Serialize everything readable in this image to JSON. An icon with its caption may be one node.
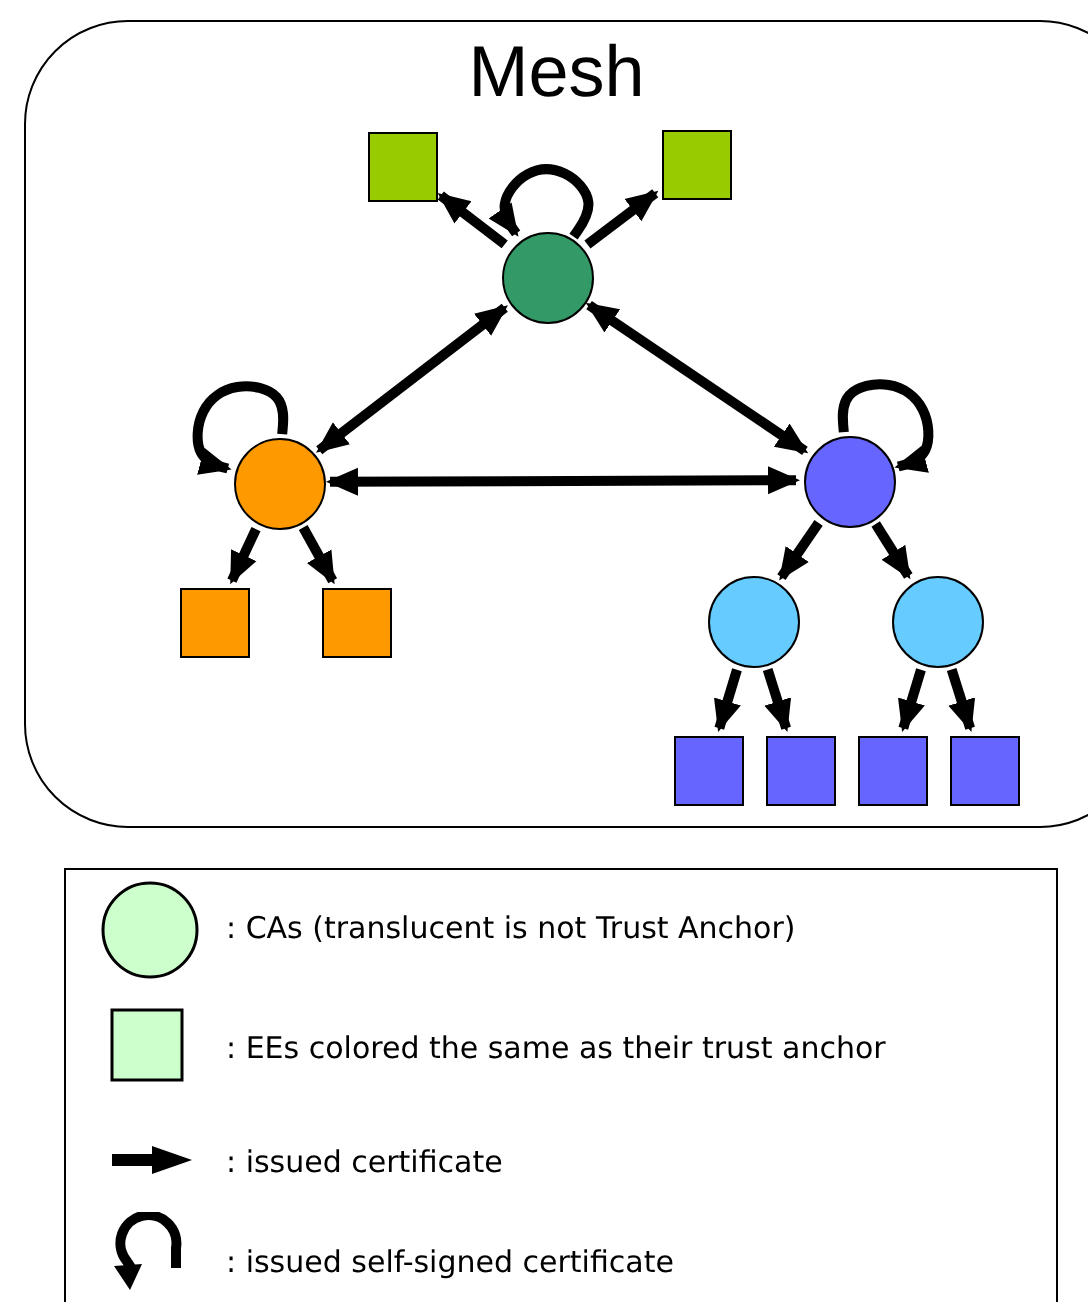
{
  "diagram": {
    "nodes": [
      {
        "text": [
          "Mesh"
        ]
      },
      {
        "text": [],
        "shape": "circle",
        "in": 0
      },
      {
        "text": [],
        "shape": "box",
        "in": 0
      },
      {
        "text": [],
        "shape": "box",
        "in": 0
      },
      {
        "text": [],
        "shape": "circle",
        "in": 0
      },
      {
        "text": [],
        "shape": "circle",
        "in": 0
      },
      {
        "text": [],
        "shape": "box",
        "in": 0
      },
      {
        "text": [],
        "shape": "box",
        "in": 0
      },
      {
        "text": [],
        "shape": "circle",
        "in": 0
      },
      {
        "text": [],
        "shape": "circle",
        "in": 0
      },
      {
        "text": [],
        "shape": "box",
        "in": 0
      },
      {
        "text": [],
        "shape": "box",
        "in": 0
      },
      {
        "text": [],
        "shape": "box",
        "in": 0
      },
      {
        "text": [],
        "shape": "box",
        "in": 0
      }
    ],
    "edges": [
      {
        "from": 1,
        "to": 1,
        "arrow": "to"
      },
      {
        "from": 1,
        "to": 2,
        "arrow": "to"
      },
      {
        "from": 1,
        "to": 3,
        "arrow": "to"
      },
      {
        "from": 1,
        "to": 4,
        "arrow": "both"
      },
      {
        "from": 1,
        "to": 5,
        "arrow": "both"
      },
      {
        "from": 4,
        "to": 4,
        "arrow": "to"
      },
      {
        "from": 4,
        "to": 5,
        "arrow": "both"
      },
      {
        "from": 5,
        "to": 5,
        "arrow": "to"
      },
      {
        "from": 4,
        "to": 6,
        "arrow": "to"
      },
      {
        "from": 4,
        "to": 7,
        "arrow": "to"
      },
      {
        "from": 5,
        "to": 8,
        "arrow": "to"
      },
      {
        "from": 5,
        "to": 9,
        "arrow": "to"
      },
      {
        "from": 8,
        "to": 10,
        "arrow": "to"
      },
      {
        "from": 8,
        "to": 11,
        "arrow": "to"
      },
      {
        "from": 9,
        "to": 12,
        "arrow": "to"
      },
      {
        "from": 9,
        "to": 13,
        "arrow": "to"
      }
    ],
    "legend": [
      {
        "text": ": CAs (translucent is not Trust Anchor)"
      },
      {
        "text": ": EEs colored the same as their trust anchor"
      },
      {
        "text": ": issued certificate"
      },
      {
        "text": ": issued self-signed certificate"
      }
    ]
  }
}
